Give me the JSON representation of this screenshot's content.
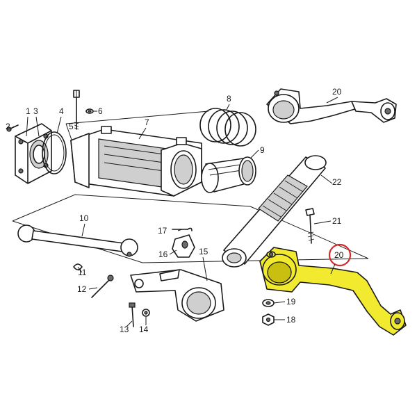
{
  "callouts": {
    "c1": "1",
    "c2": "2",
    "c3": "3",
    "c4": "4",
    "c5": "5",
    "c6": "6",
    "c7": "7",
    "c8": "8",
    "c9": "9",
    "c10": "10",
    "c11": "11",
    "c12": "12",
    "c13": "13",
    "c14": "14",
    "c15": "15",
    "c16": "16",
    "c17": "17",
    "c18": "18",
    "c19": "19",
    "c20a": "20",
    "c20b": "20",
    "c21": "21",
    "c22": "22"
  },
  "highlight": {
    "part": "20",
    "fill_color": "#f2ea2e",
    "ring_color": "#d42a2a"
  }
}
